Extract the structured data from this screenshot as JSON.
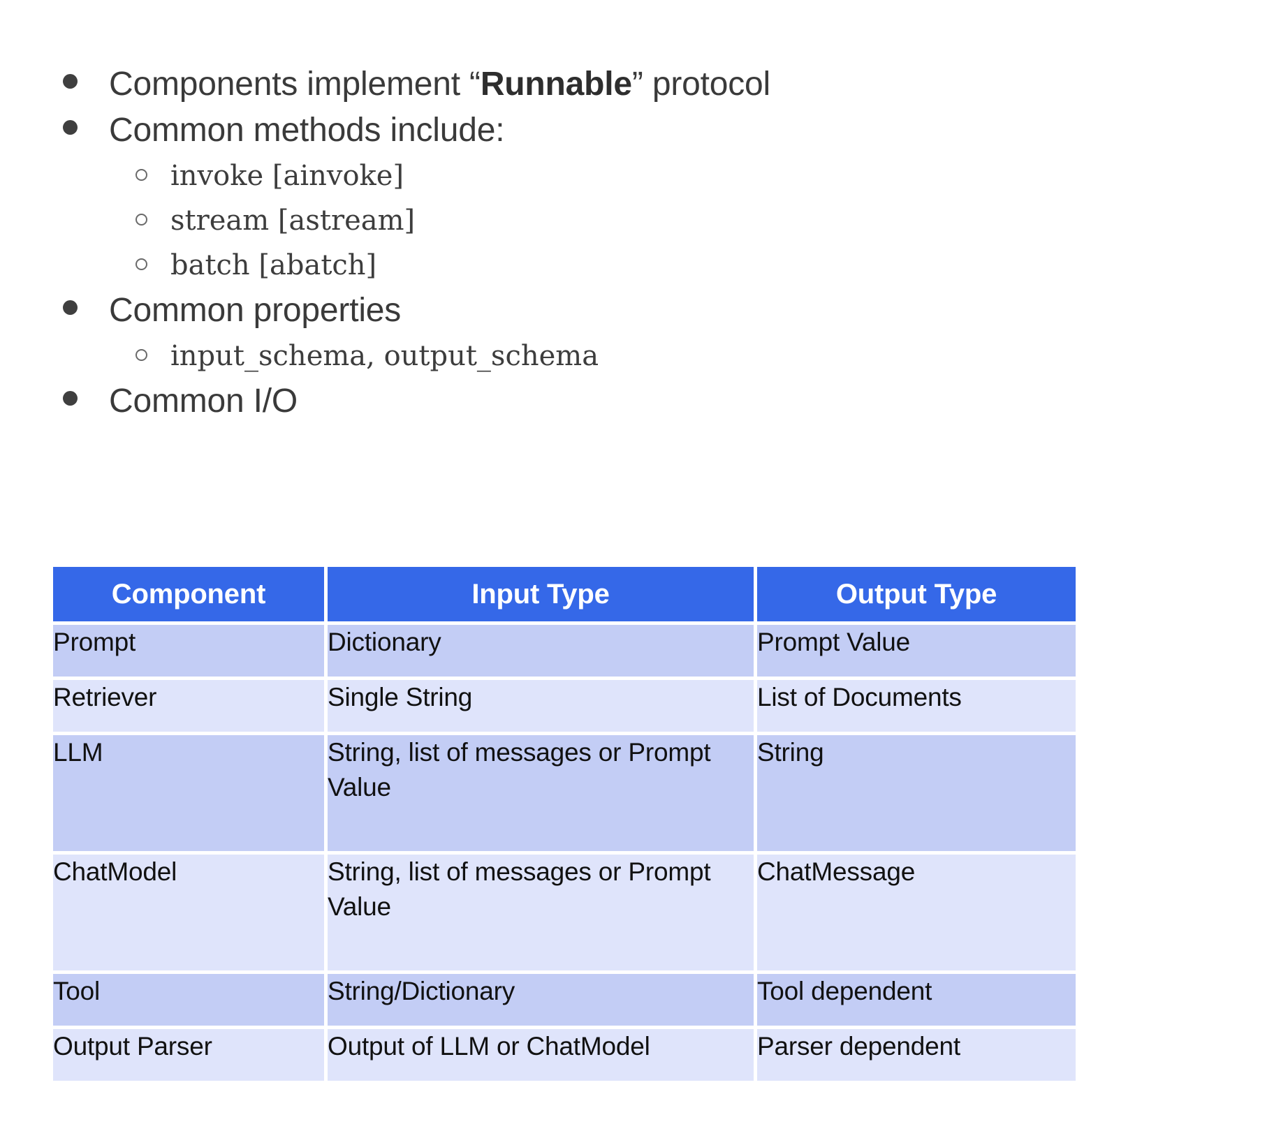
{
  "bullets": [
    {
      "level": 1,
      "marker": "filled-bullet",
      "segments": [
        {
          "text": "Components implement “",
          "bold": false
        },
        {
          "text": "Runnable",
          "bold": true
        },
        {
          "text": "” protocol",
          "bold": false
        }
      ],
      "plain": "Components implement “Runnable” protocol"
    },
    {
      "level": 1,
      "marker": "filled-bullet",
      "segments": [
        {
          "text": "Common methods include:",
          "bold": false
        }
      ],
      "plain": "Common methods include:"
    },
    {
      "level": 2,
      "marker": "hollow-bullet",
      "mono": true,
      "plain": "invoke [ainvoke]"
    },
    {
      "level": 2,
      "marker": "hollow-bullet",
      "mono": true,
      "plain": "stream [astream]"
    },
    {
      "level": 2,
      "marker": "hollow-bullet",
      "mono": true,
      "plain": "batch [abatch]"
    },
    {
      "level": 1,
      "marker": "filled-bullet",
      "segments": [
        {
          "text": "Common properties",
          "bold": false
        }
      ],
      "plain": "Common properties"
    },
    {
      "level": 2,
      "marker": "hollow-bullet",
      "mono": true,
      "plain": "input_schema, output_schema"
    },
    {
      "level": 1,
      "marker": "filled-bullet",
      "segments": [
        {
          "text": "Common I/O",
          "bold": false
        }
      ],
      "plain": "Common I/O"
    }
  ],
  "table": {
    "columns": [
      "Component",
      "Input Type",
      "Output Type"
    ],
    "rows": [
      {
        "component": "Prompt",
        "input": "Dictionary",
        "output": "Prompt Value"
      },
      {
        "component": "Retriever",
        "input": "Single String",
        "output": "List of Documents"
      },
      {
        "component": "LLM",
        "input": "String, list of messages or Prompt Value",
        "output": "String"
      },
      {
        "component": "ChatModel",
        "input": "String, list of messages or Prompt Value",
        "output": "ChatMessage"
      },
      {
        "component": "Tool",
        "input": "String/Dictionary",
        "output": "Tool dependent"
      },
      {
        "component": "Output Parser",
        "input": "Output of LLM or ChatModel",
        "output": "Parser dependent"
      }
    ]
  },
  "colors": {
    "header_blue": "#3568e8",
    "row_shade_dark": "#c3cdf5",
    "row_shade_light": "#dfe4fb",
    "body_text": "#3a3a3a",
    "background": "#ffffff"
  }
}
